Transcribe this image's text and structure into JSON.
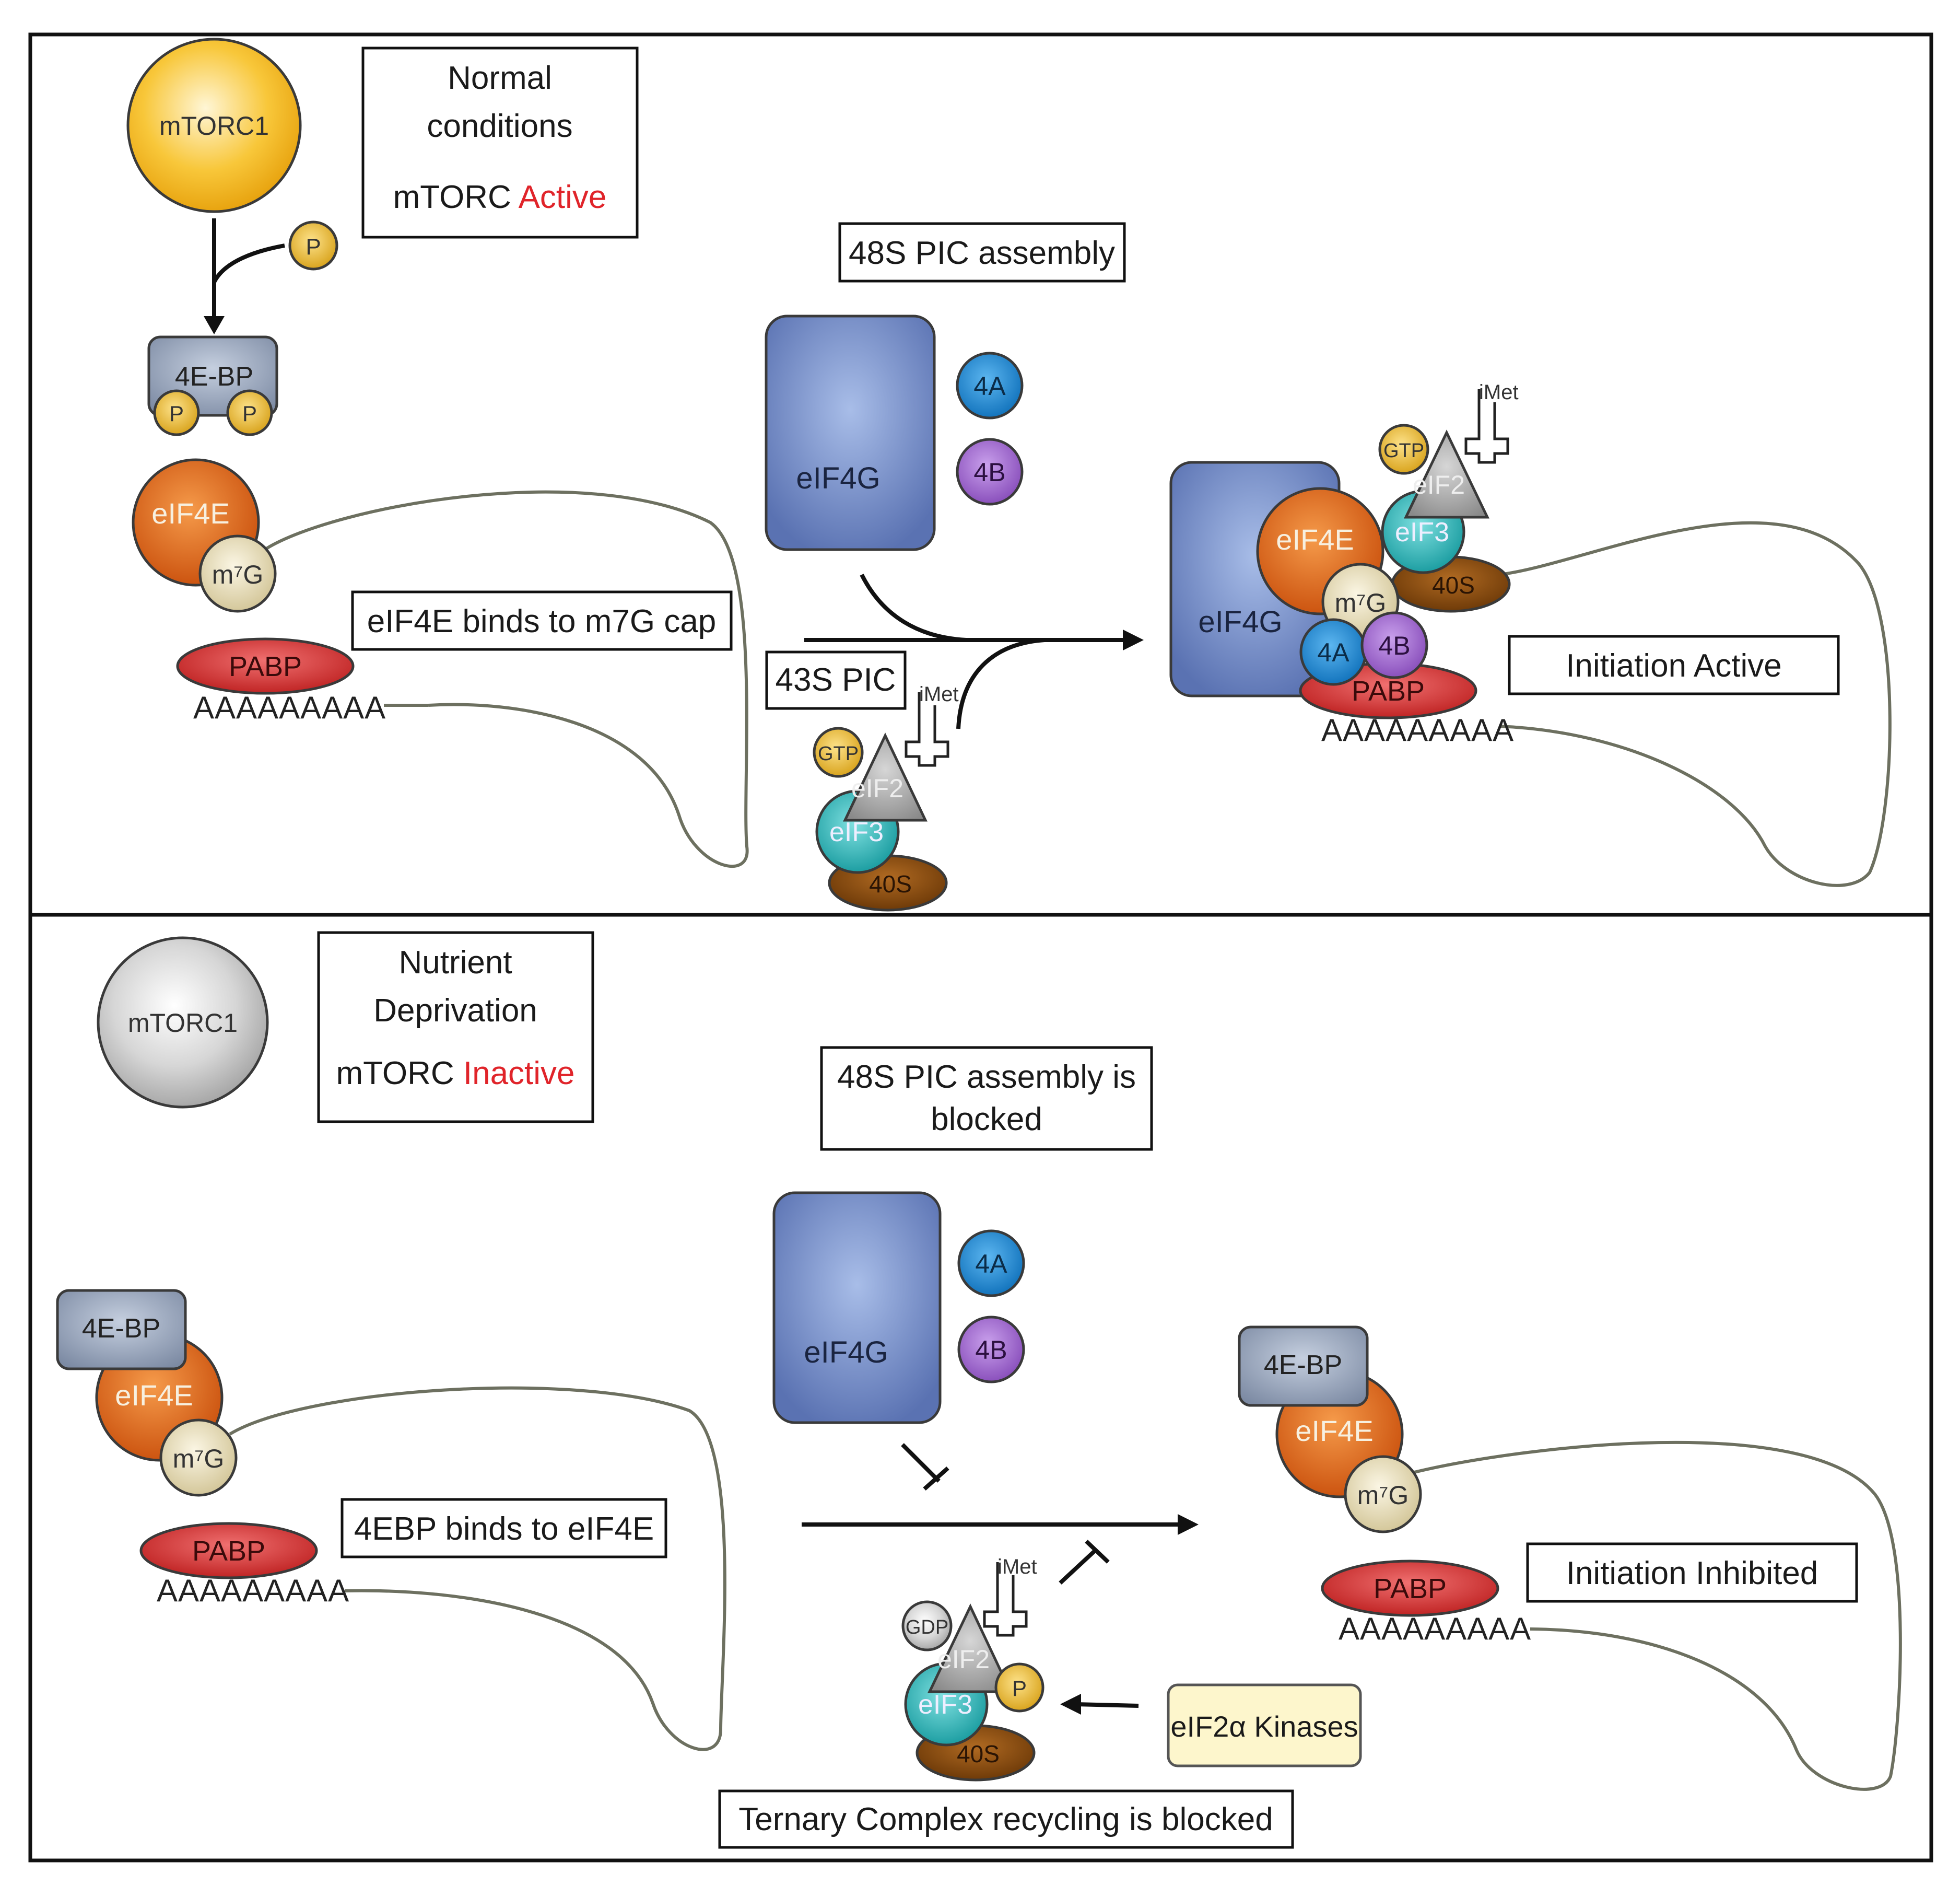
{
  "panels": {
    "top": {
      "condition_line1": "Normal",
      "condition_line2": "conditions",
      "status_prefix": "mTORC ",
      "status_word": "Active",
      "mtorc_label": "mTORC1",
      "phosphate_label": "P",
      "bp_label": "4E-BP",
      "eif4e_label": "eIF4E",
      "m7g_label": "m⁷G",
      "pabp_label": "PABP",
      "polyA": "AAAAAAAAA",
      "binding_note": "eIF4E binds to m7G cap",
      "assembly_title": "48S PIC assembly",
      "eif4g_label": "eIF4G",
      "eif4a_label": "4A",
      "eif4b_label": "4B",
      "pic43_label": "43S PIC",
      "imet_label": "iMet",
      "gtp_label": "GTP",
      "eif2_label": "eIF2",
      "eif3_label": "eIF3",
      "s40_label": "40S",
      "result_label": "Initiation Active"
    },
    "bottom": {
      "condition_line1": "Nutrient",
      "condition_line2": "Deprivation",
      "status_prefix": "mTORC ",
      "status_word": "Inactive",
      "mtorc_label": "mTORC1",
      "bp_label": "4E-BP",
      "eif4e_label": "eIF4E",
      "m7g_label": "m⁷G",
      "pabp_label": "PABP",
      "polyA": "AAAAAAAAA",
      "binding_note": "4EBP binds to eIF4E",
      "assembly_title_line1": "48S PIC assembly is",
      "assembly_title_line2": "blocked",
      "eif4g_label": "eIF4G",
      "eif4a_label": "4A",
      "eif4b_label": "4B",
      "imet_label": "iMet",
      "gdp_label": "GDP",
      "eif2_label": "eIF2",
      "eif3_label": "eIF3",
      "s40_label": "40S",
      "phosphate_label": "P",
      "kinase_label": "eIF2α  Kinases",
      "recycling_note": "Ternary Complex recycling is blocked",
      "result_label": "Initiation Inhibited"
    }
  },
  "colors": {
    "status_red": "#e0242a",
    "mtorc_active": "#f5b820",
    "mtorc_inactive": "#c8c8c8",
    "phosphate": "#eab72a",
    "eif4e": "#e0661c",
    "m7g": "#e6dcb4",
    "pabp": "#d33434",
    "eif4g": "#6f88c4",
    "bp": "#8896ad",
    "eif4a": "#1b86cf",
    "eif4b": "#9a62c8",
    "eif3": "#2bb4b8",
    "s40": "#8a4a0c",
    "eif2": "#9b9b9b",
    "kinase_fill": "#fdf6cc"
  }
}
